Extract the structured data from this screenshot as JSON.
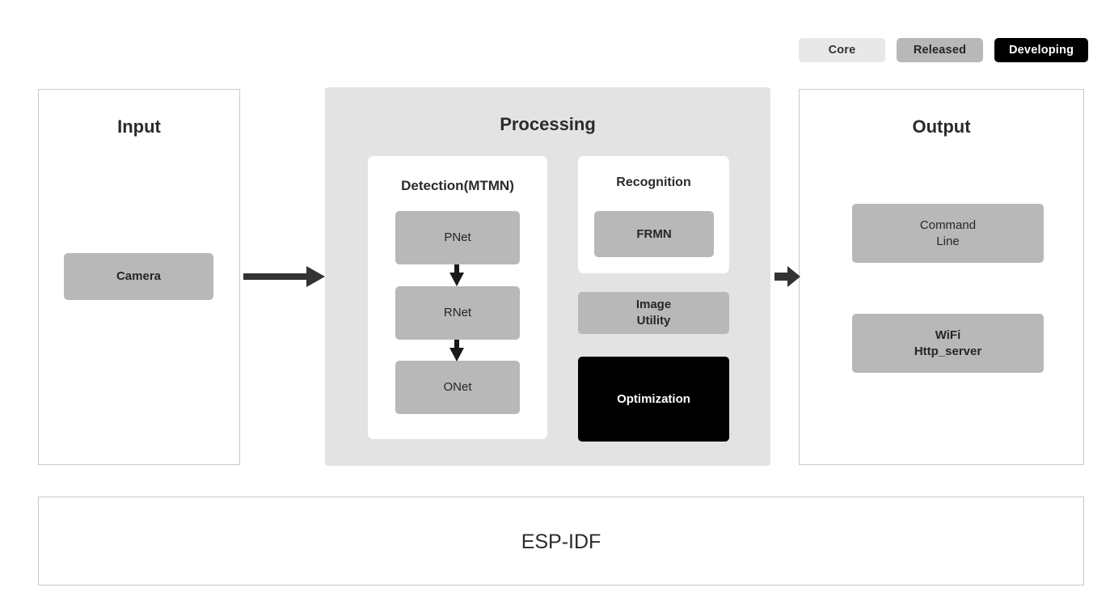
{
  "legend": {
    "items": [
      {
        "label": "Core",
        "style": "core",
        "color": "#e8e8e8"
      },
      {
        "label": "Released",
        "style": "released",
        "color": "#b8b8b8"
      },
      {
        "label": "Developing",
        "style": "developing",
        "color": "#000000"
      }
    ]
  },
  "input": {
    "title": "Input",
    "nodes": [
      {
        "label": "Camera",
        "status": "Released"
      }
    ]
  },
  "processing": {
    "title": "Processing",
    "detection": {
      "title": "Detection(MTMN)",
      "nodes": [
        {
          "label": "PNet",
          "status": "Released"
        },
        {
          "label": "RNet",
          "status": "Released"
        },
        {
          "label": "ONet",
          "status": "Released"
        }
      ]
    },
    "recognition": {
      "title": "Recognition",
      "nodes": [
        {
          "label": "FRMN",
          "status": "Released"
        }
      ]
    },
    "extras": [
      {
        "label": "Image\nUtility",
        "status": "Released"
      },
      {
        "label": "Optimization",
        "status": "Developing"
      }
    ]
  },
  "output": {
    "title": "Output",
    "nodes": [
      {
        "label": "Command\nLine",
        "status": "Released"
      },
      {
        "label": "WiFi\nHttp_server",
        "status": "Released"
      }
    ]
  },
  "foundation": {
    "title": "ESP-IDF"
  },
  "colors": {
    "core": "#e8e8e8",
    "released": "#b8b8b8",
    "developing": "#000000",
    "panel_fill": "#e3e3e3",
    "panel_border": "#c9c9c9",
    "text": "#2b2b2b",
    "arrow": "#333333"
  }
}
